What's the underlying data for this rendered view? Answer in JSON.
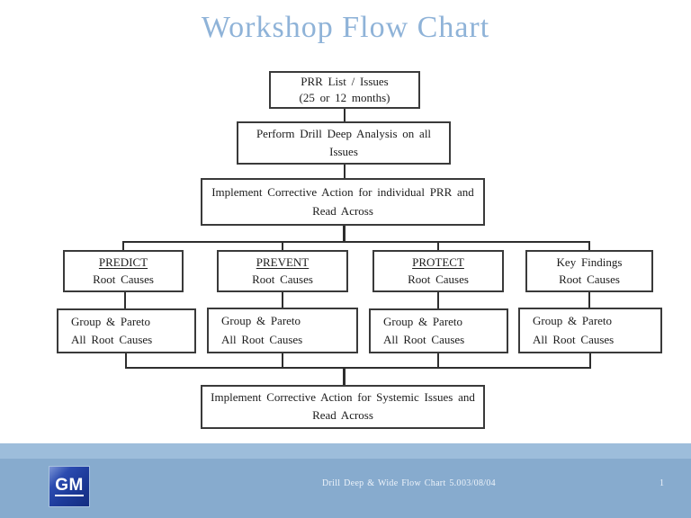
{
  "title": "Workshop Flow Chart",
  "boxes": {
    "prr_list": {
      "line1": "PRR List / Issues",
      "line2": "(25 or 12 months)"
    },
    "drill_deep": {
      "line1": "Perform Drill Deep Analysis on all",
      "line2": "Issues"
    },
    "individual_ca": {
      "line1": "Implement Corrective Action for individual PRR and",
      "line2": "Read Across"
    },
    "predict": {
      "line1": "PREDICT",
      "line2": "Root Causes"
    },
    "prevent": {
      "line1": "PREVENT",
      "line2": "Root Causes"
    },
    "protect": {
      "line1": "PROTECT",
      "line2": "Root Causes"
    },
    "key_findings": {
      "line1": "Key Findings",
      "line2": "Root Causes"
    },
    "group_pareto_1": {
      "line1": "Group & Pareto",
      "line2": "All Root Causes"
    },
    "group_pareto_2": {
      "line1": "Group & Pareto",
      "line2": "All Root Causes"
    },
    "group_pareto_3": {
      "line1": "Group & Pareto",
      "line2": "All Root Causes"
    },
    "group_pareto_4": {
      "line1": "Group & Pareto",
      "line2": "All Root Causes"
    },
    "systemic_ca": {
      "line1": "Implement Corrective Action for Systemic Issues and",
      "line2": "Read Across"
    }
  },
  "footer": {
    "logo_text": "GM",
    "doc_title": "Drill Deep & Wide Flow Chart 5.0",
    "date": "03/08/04",
    "page_number": "1"
  },
  "colors": {
    "title_blue": "#8FB3D8",
    "box_border": "#3A3A3A",
    "connector": "#2E2E2E",
    "footer_band_upper": "#9DBDDB",
    "footer_band_lower": "#87ABCE",
    "footer_text": "#EDF3FA",
    "gm_blue": "#1E3C9C"
  }
}
